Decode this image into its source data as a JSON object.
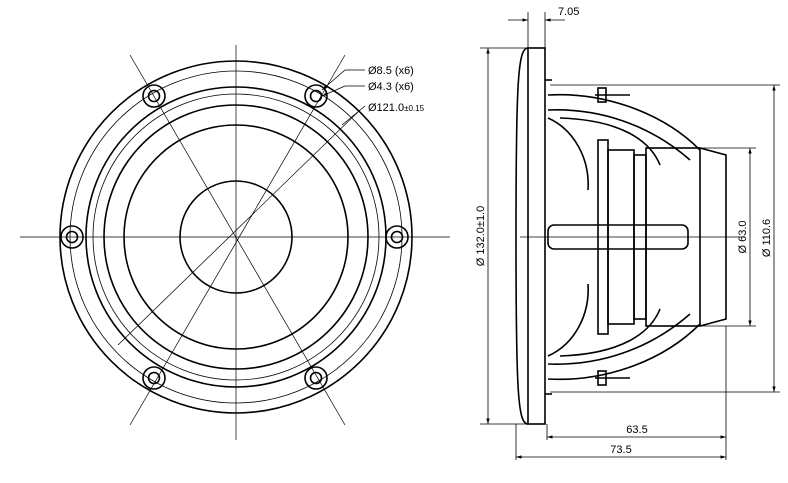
{
  "front_view": {
    "callouts": {
      "hole_outer": "Ø8.5 (x6)",
      "hole_inner": "Ø4.3 (x6)",
      "mount_circle_main": "Ø121.0",
      "mount_circle_tol": "±0.15"
    }
  },
  "side_view": {
    "dims": {
      "flange_thickness": "7.05",
      "overall_diameter": "Ø 132.0±1.0",
      "magnet_diameter": "Ø 63.0",
      "basket_diameter": "Ø 110.6",
      "depth_inner": "63.5",
      "depth_total": "73.5"
    }
  }
}
